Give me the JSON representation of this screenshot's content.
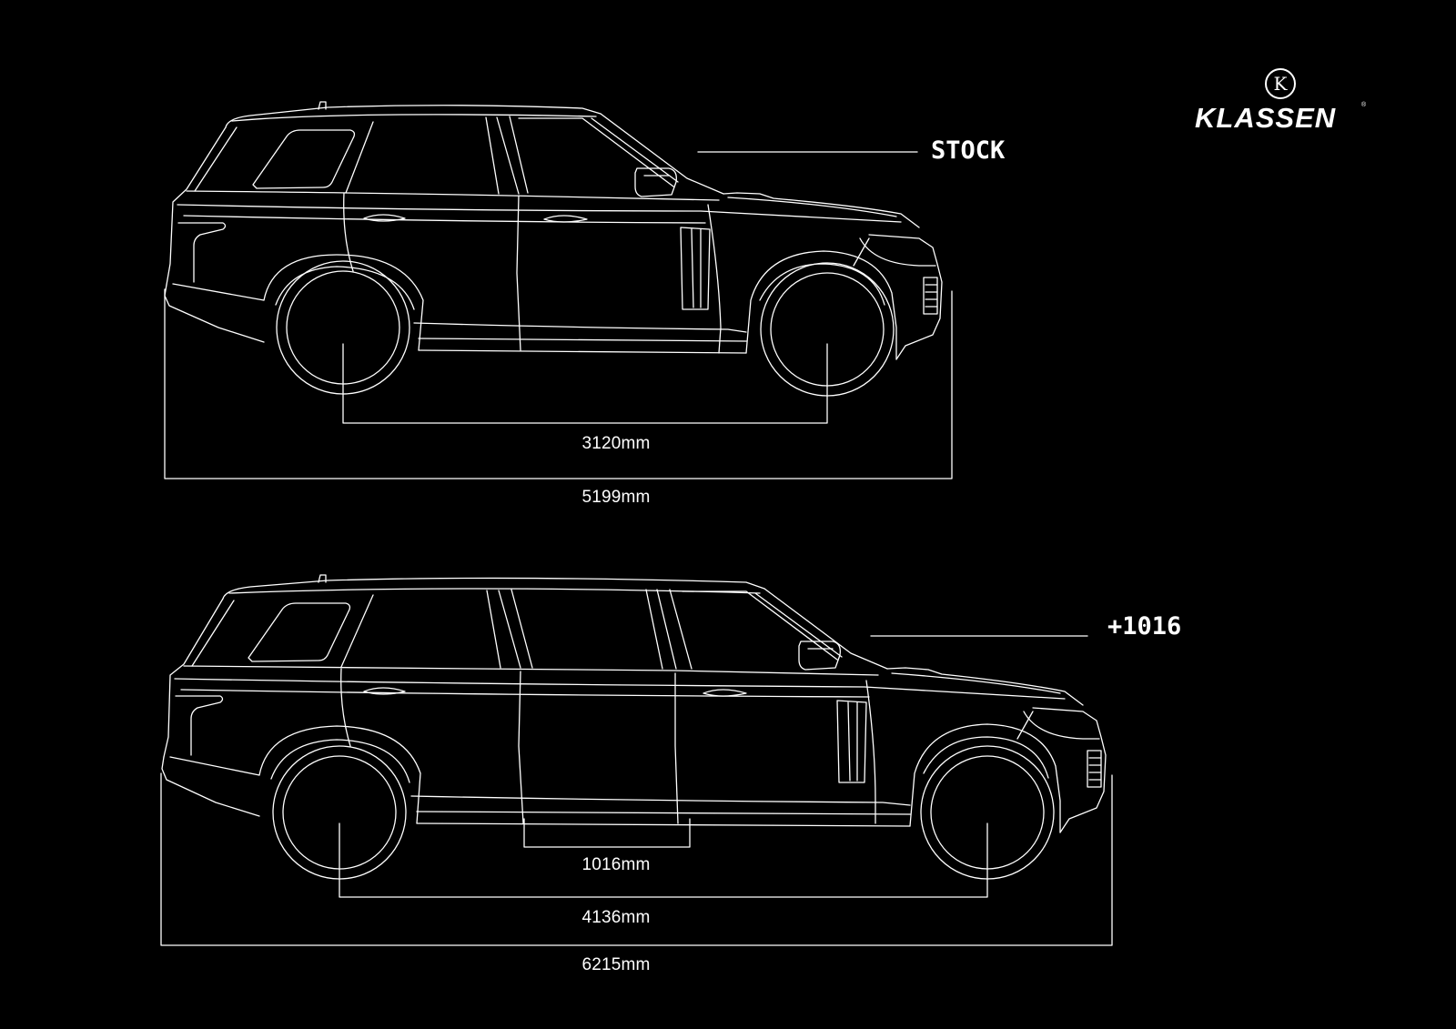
{
  "brand": {
    "name": "KLASSEN",
    "logo_letter": "K",
    "registered_mark": "®"
  },
  "stock": {
    "label": "STOCK",
    "wheelbase": "3120mm",
    "overall_length": "5199mm"
  },
  "extended": {
    "label": "+1016",
    "extension": "1016mm",
    "wheelbase": "4136mm",
    "overall_length": "6215mm"
  },
  "colors": {
    "background": "#000000",
    "lines": "#ffffff"
  }
}
